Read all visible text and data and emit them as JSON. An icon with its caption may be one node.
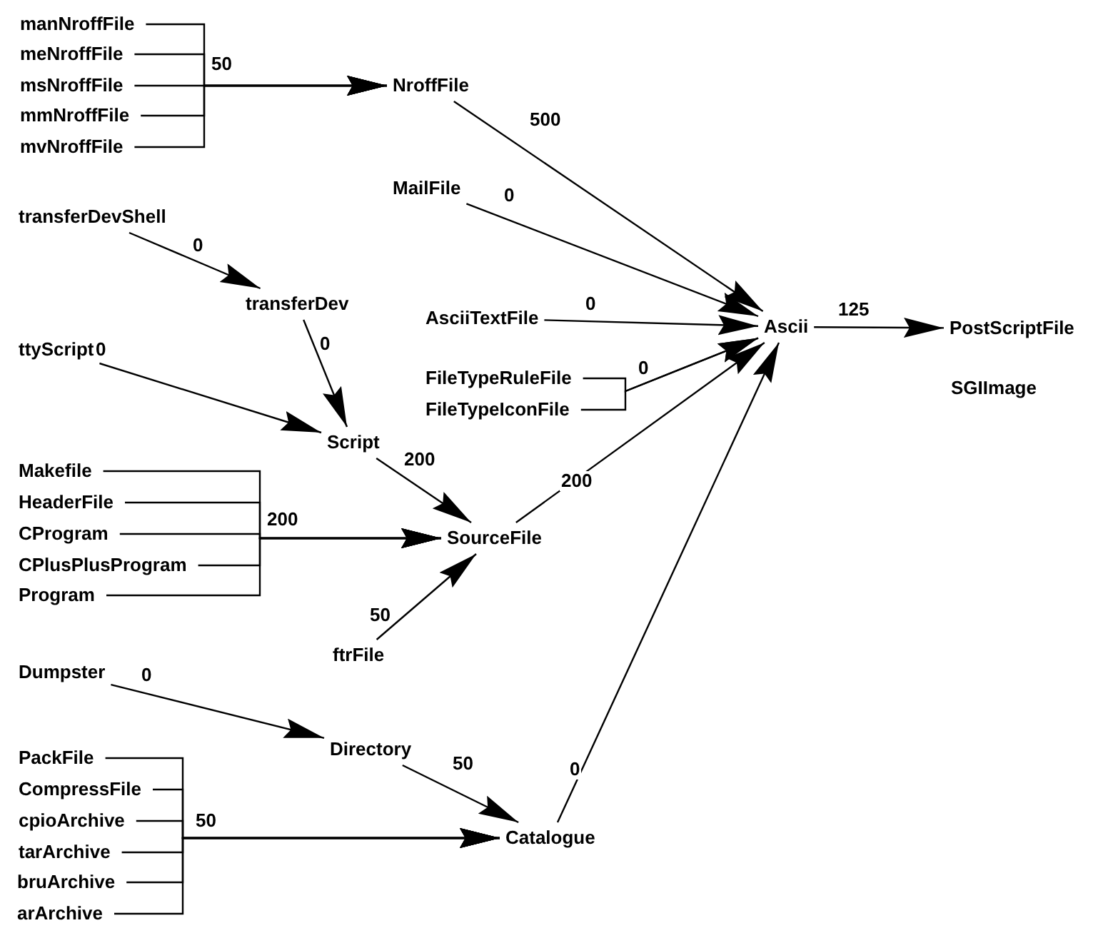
{
  "diagram": {
    "nodes": [
      {
        "text": [
          "manNroffFile"
        ]
      },
      {
        "text": [
          "meNroffFile"
        ]
      },
      {
        "text": [
          "msNroffFile"
        ]
      },
      {
        "text": [
          "mmNroffFile"
        ]
      },
      {
        "text": [
          "mvNroffFile"
        ]
      },
      {
        "text": [
          "NroffFile"
        ]
      },
      {
        "text": [
          "MailFile"
        ]
      },
      {
        "text": [
          "transferDevShell"
        ]
      },
      {
        "text": [
          "transferDev"
        ]
      },
      {
        "text": [
          "ttyScript"
        ]
      },
      {
        "text": [
          "AsciiTextFile"
        ]
      },
      {
        "text": [
          "FileTypeRuleFile"
        ]
      },
      {
        "text": [
          "FileTypeIconFile"
        ]
      },
      {
        "text": [
          "Ascii"
        ]
      },
      {
        "text": [
          "PostScriptFile"
        ]
      },
      {
        "text": [
          "Script"
        ]
      },
      {
        "text": [
          "Makefile"
        ]
      },
      {
        "text": [
          "HeaderFile"
        ]
      },
      {
        "text": [
          "CProgram"
        ]
      },
      {
        "text": [
          "CPlusPlusProgram"
        ]
      },
      {
        "text": [
          "Program"
        ]
      },
      {
        "text": [
          "SourceFile"
        ]
      },
      {
        "text": [
          "ftrFile"
        ]
      },
      {
        "text": [
          "Dumpster"
        ]
      },
      {
        "text": [
          "Directory"
        ]
      },
      {
        "text": [
          "PackFile"
        ]
      },
      {
        "text": [
          "CompressFile"
        ]
      },
      {
        "text": [
          "cpioArchive"
        ]
      },
      {
        "text": [
          "tarArchive"
        ]
      },
      {
        "text": [
          "bruArchive"
        ]
      },
      {
        "text": [
          "arArchive"
        ]
      },
      {
        "text": [
          "Catalogue"
        ]
      }
    ],
    "edges": [
      {
        "from": 0,
        "to": 5,
        "arrow": "to"
      },
      {
        "from": 1,
        "to": 5,
        "arrow": "to"
      },
      {
        "from": 2,
        "to": 5,
        "arrow": "to",
        "label": "50"
      },
      {
        "from": 3,
        "to": 5,
        "arrow": "to"
      },
      {
        "from": 4,
        "to": 5,
        "arrow": "to"
      },
      {
        "from": 5,
        "to": 13,
        "arrow": "to",
        "label": "500"
      },
      {
        "from": 6,
        "to": 13,
        "arrow": "to",
        "label": "0"
      },
      {
        "from": 10,
        "to": 13,
        "arrow": "to",
        "label": "0"
      },
      {
        "from": 11,
        "to": 13,
        "arrow": "to",
        "label": "0"
      },
      {
        "from": 12,
        "to": 13,
        "arrow": "to"
      },
      {
        "from": 21,
        "to": 13,
        "arrow": "to",
        "label": "200"
      },
      {
        "from": 31,
        "to": 13,
        "arrow": "to",
        "label": "0"
      },
      {
        "from": 13,
        "to": 14,
        "arrow": "to",
        "label": "125"
      },
      {
        "from": 7,
        "to": 8,
        "arrow": "to",
        "label": "0"
      },
      {
        "from": 8,
        "to": 15,
        "arrow": "to",
        "label": "0"
      },
      {
        "from": 9,
        "to": 15,
        "arrow": "to",
        "label": "0"
      },
      {
        "from": 15,
        "to": 21,
        "arrow": "to",
        "label": "200"
      },
      {
        "from": 16,
        "to": 21,
        "arrow": "to"
      },
      {
        "from": 17,
        "to": 21,
        "arrow": "to"
      },
      {
        "from": 18,
        "to": 21,
        "arrow": "to",
        "label": "200"
      },
      {
        "from": 19,
        "to": 21,
        "arrow": "to"
      },
      {
        "from": 20,
        "to": 21,
        "arrow": "to"
      },
      {
        "from": 22,
        "to": 21,
        "arrow": "to",
        "label": "50"
      },
      {
        "from": 23,
        "to": 24,
        "arrow": "to",
        "label": "0"
      },
      {
        "from": 24,
        "to": 31,
        "arrow": "to",
        "label": "50"
      },
      {
        "from": 25,
        "to": 31,
        "arrow": "to"
      },
      {
        "from": 26,
        "to": 31,
        "arrow": "to"
      },
      {
        "from": 27,
        "to": 31,
        "arrow": "to",
        "label": "50"
      },
      {
        "from": 28,
        "to": 31,
        "arrow": "to"
      },
      {
        "from": 29,
        "to": 31,
        "arrow": "to"
      },
      {
        "from": 30,
        "to": 31,
        "arrow": "to"
      }
    ],
    "labels": [
      "SGIImage"
    ]
  }
}
